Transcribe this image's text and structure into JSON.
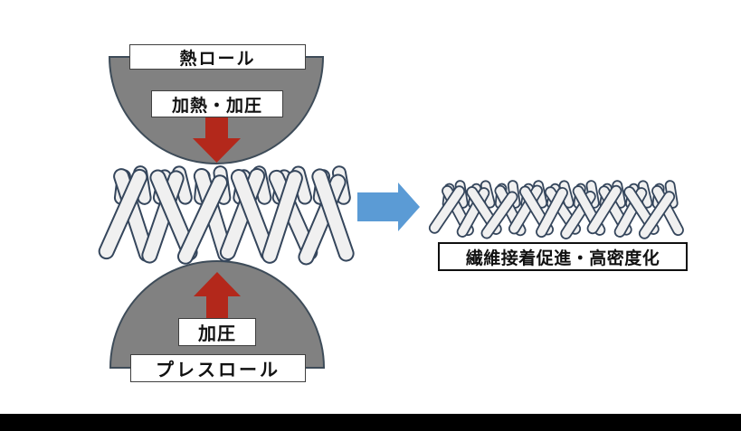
{
  "labels": {
    "top_roller": "熱ロール",
    "heat_press": "加熱・加圧",
    "press": "加圧",
    "bottom_roller": "プレスロール",
    "result": "繊維接着促進・高密度化"
  },
  "colors": {
    "roller_fill": "#818181",
    "roller_stroke": "#3E4C59",
    "fiber_fill": "#F0F0F0",
    "fiber_stroke": "#35465C",
    "red_arrow": "#B3281B",
    "blue_arrow": "#5B9BD5",
    "box_border": "#3F3F3F",
    "box_border_dark": "#0F0F0F",
    "letterbox": "#000000"
  }
}
